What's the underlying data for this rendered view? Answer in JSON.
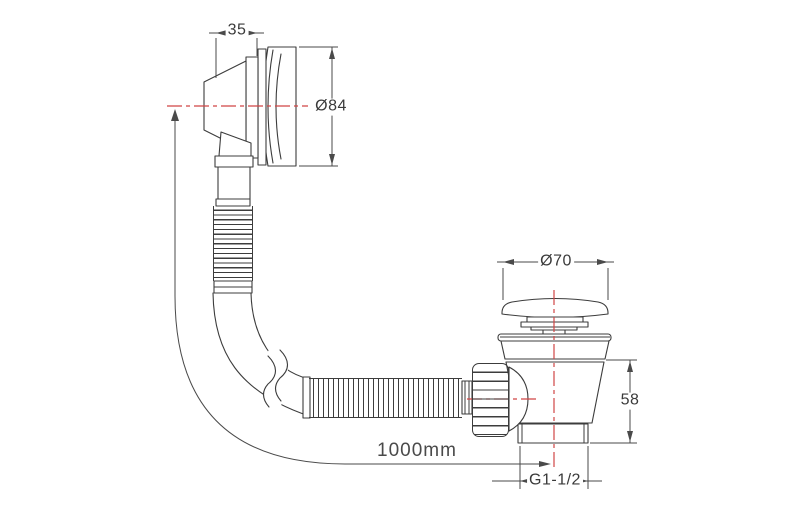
{
  "drawing": {
    "type": "technical-drawing",
    "subject": "bath-overflow-and-waste-with-flexible-hose",
    "dimensions": {
      "overflow_depth": "35",
      "overflow_diameter": "Ø84",
      "plug_cap_diameter": "Ø70",
      "waste_body_height": "58",
      "outlet_thread": "G1-1/2",
      "hose_length": "1000mm"
    },
    "colors": {
      "outline": "#3c3c3c",
      "dimension_lines": "#4a4a4a",
      "centerline_red": "#d04545",
      "background": "#ffffff"
    }
  }
}
